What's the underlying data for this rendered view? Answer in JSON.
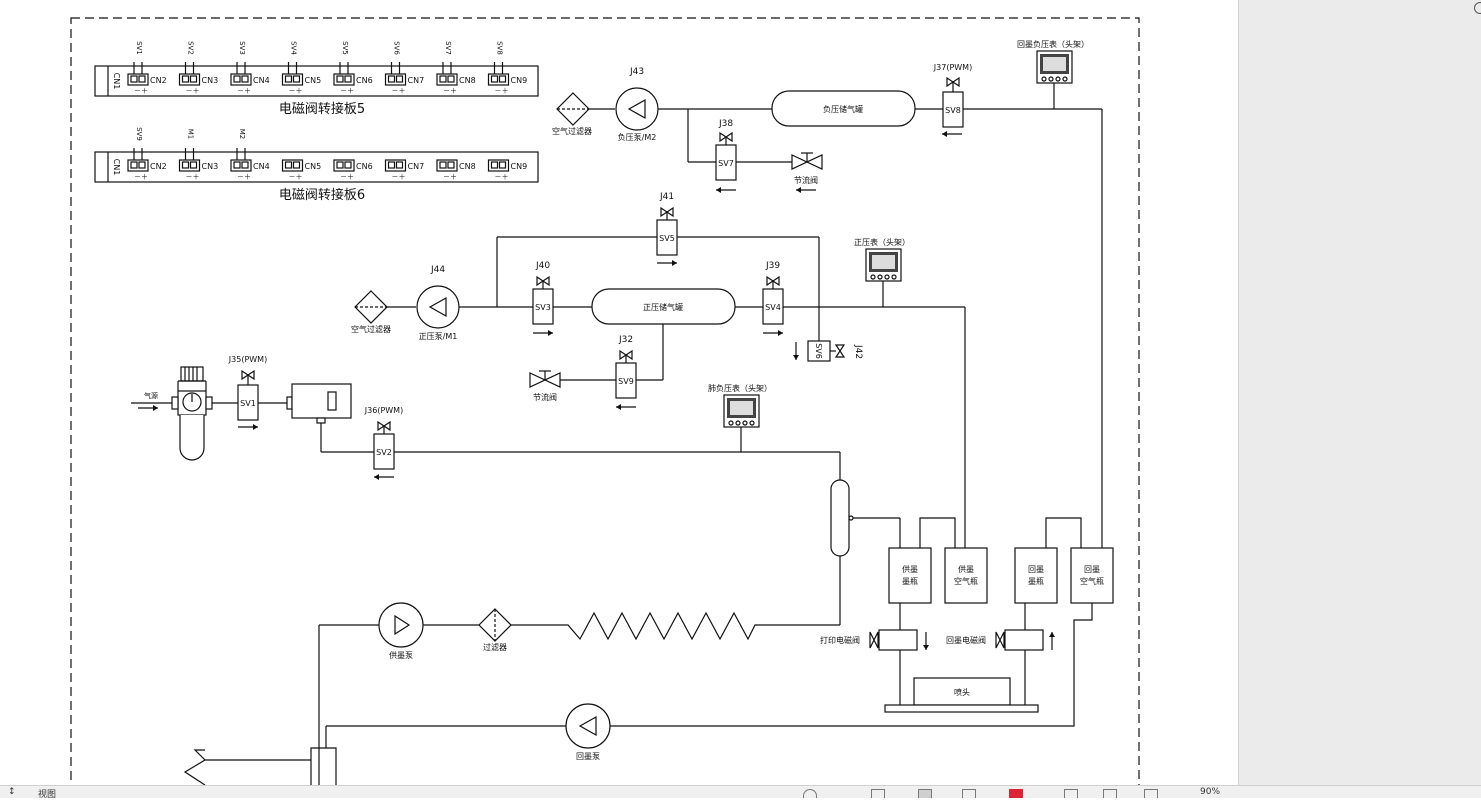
{
  "board5": {
    "title": "电磁阀转接板5",
    "cn1": "CN1",
    "slots": [
      {
        "cn": "CN2",
        "tag": "SV1"
      },
      {
        "cn": "CN3",
        "tag": "SV2"
      },
      {
        "cn": "CN4",
        "tag": "SV3"
      },
      {
        "cn": "CN5",
        "tag": "SV4"
      },
      {
        "cn": "CN6",
        "tag": "SV5"
      },
      {
        "cn": "CN7",
        "tag": "SV6"
      },
      {
        "cn": "CN8",
        "tag": "SV7"
      },
      {
        "cn": "CN9",
        "tag": "SV8"
      }
    ]
  },
  "board6": {
    "title": "电磁阀转接板6",
    "cn1": "CN1",
    "slots": [
      {
        "cn": "CN2",
        "tag": "SV9"
      },
      {
        "cn": "CN3",
        "tag": "M1"
      },
      {
        "cn": "CN4",
        "tag": "M2"
      },
      {
        "cn": "CN5",
        "tag": ""
      },
      {
        "cn": "CN6",
        "tag": ""
      },
      {
        "cn": "CN7",
        "tag": ""
      },
      {
        "cn": "CN8",
        "tag": ""
      },
      {
        "cn": "CN9",
        "tag": ""
      }
    ]
  },
  "polarity": "－＋",
  "labels": {
    "j43": "J43",
    "neg_pump": "负压泵/M2",
    "air_filter_top": "空气过滤器",
    "neg_tank": "负压储气罐",
    "j37": "J37(PWM)",
    "sv8": "SV8",
    "neg_gauge": "回墨负压表（头架）",
    "j38": "J38",
    "sv7": "SV7",
    "throttle_top": "节流阀",
    "j41": "J41",
    "sv5": "SV5",
    "pos_gauge": "正压表（头架）",
    "j44": "J44",
    "air_filter_mid": "空气过滤器",
    "pos_pump": "正压泵/M1",
    "j40": "J40",
    "sv3": "SV3",
    "pos_tank": "正压储气罐",
    "j39": "J39",
    "sv4": "SV4",
    "sv6": "SV6",
    "j42": "J42",
    "j32": "J32",
    "sv9": "SV9",
    "throttle_mid": "节流阀",
    "j35": "J35(PWM)",
    "air_source": "气源",
    "sv1": "SV1",
    "j36": "J36(PWM)",
    "sv2": "SV2",
    "lung_gauge": "肺负压表（头架）",
    "supply_ink_1": "供墨",
    "supply_ink_2": "墨瓶",
    "supply_air_1": "供墨",
    "supply_air_2": "空气瓶",
    "return_ink_1": "回墨",
    "return_ink_2": "墨瓶",
    "return_air_1": "回墨",
    "return_air_2": "空气瓶",
    "supply_pump": "供墨泵",
    "filter": "过滤器",
    "print_valve": "打印电磁阀",
    "return_valve": "回墨电磁阀",
    "nozzle": "喷头",
    "return_pump": "回墨泵"
  },
  "statusbar": {
    "view_label": "视图",
    "zoom": "90%"
  }
}
